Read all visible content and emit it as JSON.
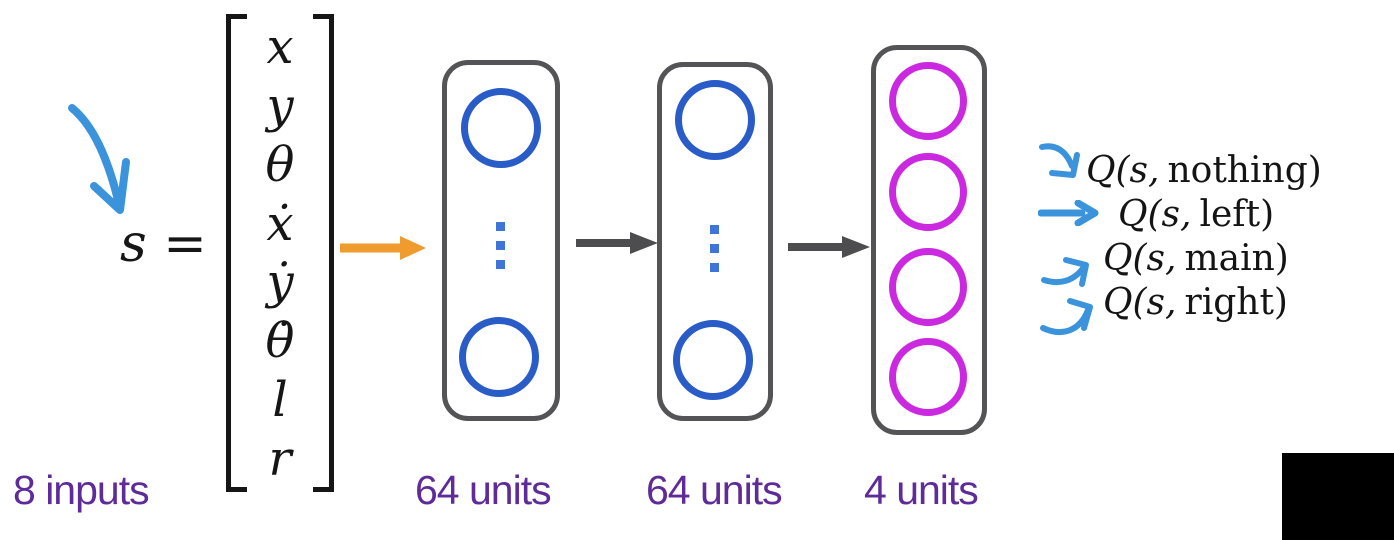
{
  "state": {
    "label": "s =",
    "vector": [
      "x",
      "y",
      "θ",
      "ẋ",
      "ẏ",
      "θ̇",
      "l",
      "r"
    ],
    "caption": "8 inputs"
  },
  "layers": [
    {
      "label": "64 units",
      "units_shown": 2,
      "has_ellipsis": true
    },
    {
      "label": "64 units",
      "units_shown": 2,
      "has_ellipsis": true
    },
    {
      "label": "4 units",
      "units_shown": 4,
      "has_ellipsis": false
    }
  ],
  "outputs": [
    {
      "math": "Q(s,",
      "action": "nothing)"
    },
    {
      "math": "Q(s,",
      "action": "left)"
    },
    {
      "math": "Q(s,",
      "action": "main)"
    },
    {
      "math": "Q(s,",
      "action": "right)"
    }
  ],
  "colors": {
    "node_blue": "#2a5cc8",
    "node_magenta": "#cb29df",
    "box_border": "#545457",
    "arrow_orange": "#ef9b2e",
    "arrow_gray": "#4d4d4f",
    "hand_arrow_blue": "#3b93dc",
    "caption_purple": "#5e2b99",
    "text_black": "#161616",
    "background": "#ffffff"
  }
}
